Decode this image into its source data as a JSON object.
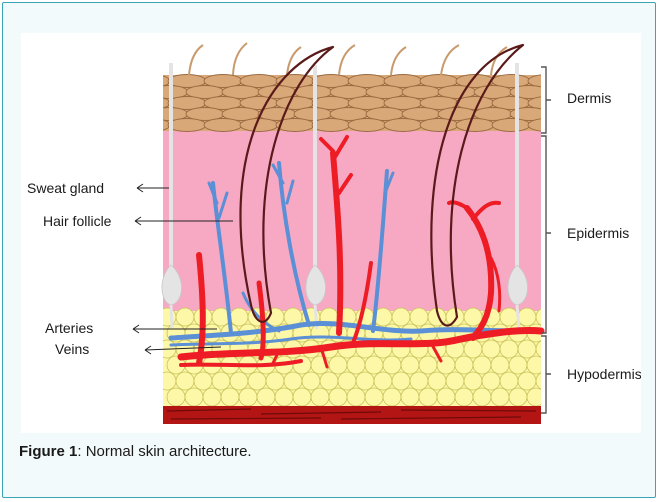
{
  "figure": {
    "caption_label": "Figure 1",
    "caption_text": ": Normal skin architecture."
  },
  "diagram": {
    "layers": [
      {
        "id": "dermis",
        "label": "Dermis"
      },
      {
        "id": "epidermis",
        "label": "Epidermis"
      },
      {
        "id": "hypodermis",
        "label": "Hypodermis"
      }
    ],
    "structures": [
      {
        "id": "sweat-gland",
        "label": "Sweat gland"
      },
      {
        "id": "hair-follicle",
        "label": "Hair follicle"
      },
      {
        "id": "arteries",
        "label": "Arteries"
      },
      {
        "id": "veins",
        "label": "Veins"
      }
    ],
    "colors": {
      "top_layer": "#d9a878",
      "pink_layer": "#f7a9c4",
      "fat_cells": "#fdf7a8",
      "muscle": "#b31515",
      "artery": "#ee1c25",
      "vein": "#5b8fd6",
      "hair": "#5a1a1a",
      "gland": "#e4e4e4",
      "border": "#3aa6b3"
    }
  }
}
